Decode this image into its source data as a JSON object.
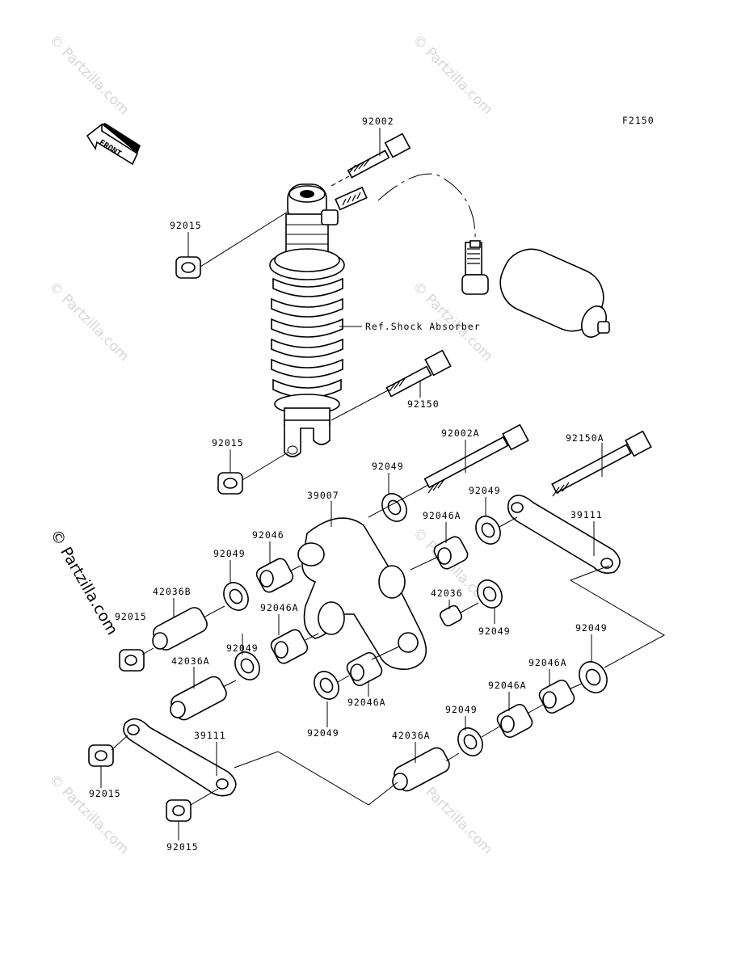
{
  "diagram": {
    "figure_code": "F2150",
    "front_label": "FRONT",
    "ref_label": "Ref.Shock Absorber",
    "labels": {
      "l92002": "92002",
      "l92015_top": "92015",
      "l92150": "92150",
      "l92015_mid": "92015",
      "l92002A": "92002A",
      "l92150A": "92150A",
      "l92049_a": "92049",
      "l39007": "39007",
      "l92049_b": "92049",
      "l92046A_a": "92046A",
      "l39111_r": "39111",
      "l92046": "92046",
      "l92049_c": "92049",
      "l42036B": "42036B",
      "l92015_left": "92015",
      "l42036": "42036",
      "l92049_d": "92049",
      "l92049_e": "92049",
      "l92046A_b": "92046A",
      "l92049_f": "92049",
      "l42036A_l": "42036A",
      "l92046A_c": "92046A",
      "l92049_g": "92049",
      "l92046A_d": "92046A",
      "l92046A_e": "92046A",
      "l92049_h": "92049",
      "l42036A_r": "42036A",
      "l39111_l": "39111",
      "l92015_b1": "92015",
      "l92015_b2": "92015"
    }
  },
  "watermark": {
    "text": "© Partzilla.com",
    "side_text": "© Partzilla.com"
  }
}
